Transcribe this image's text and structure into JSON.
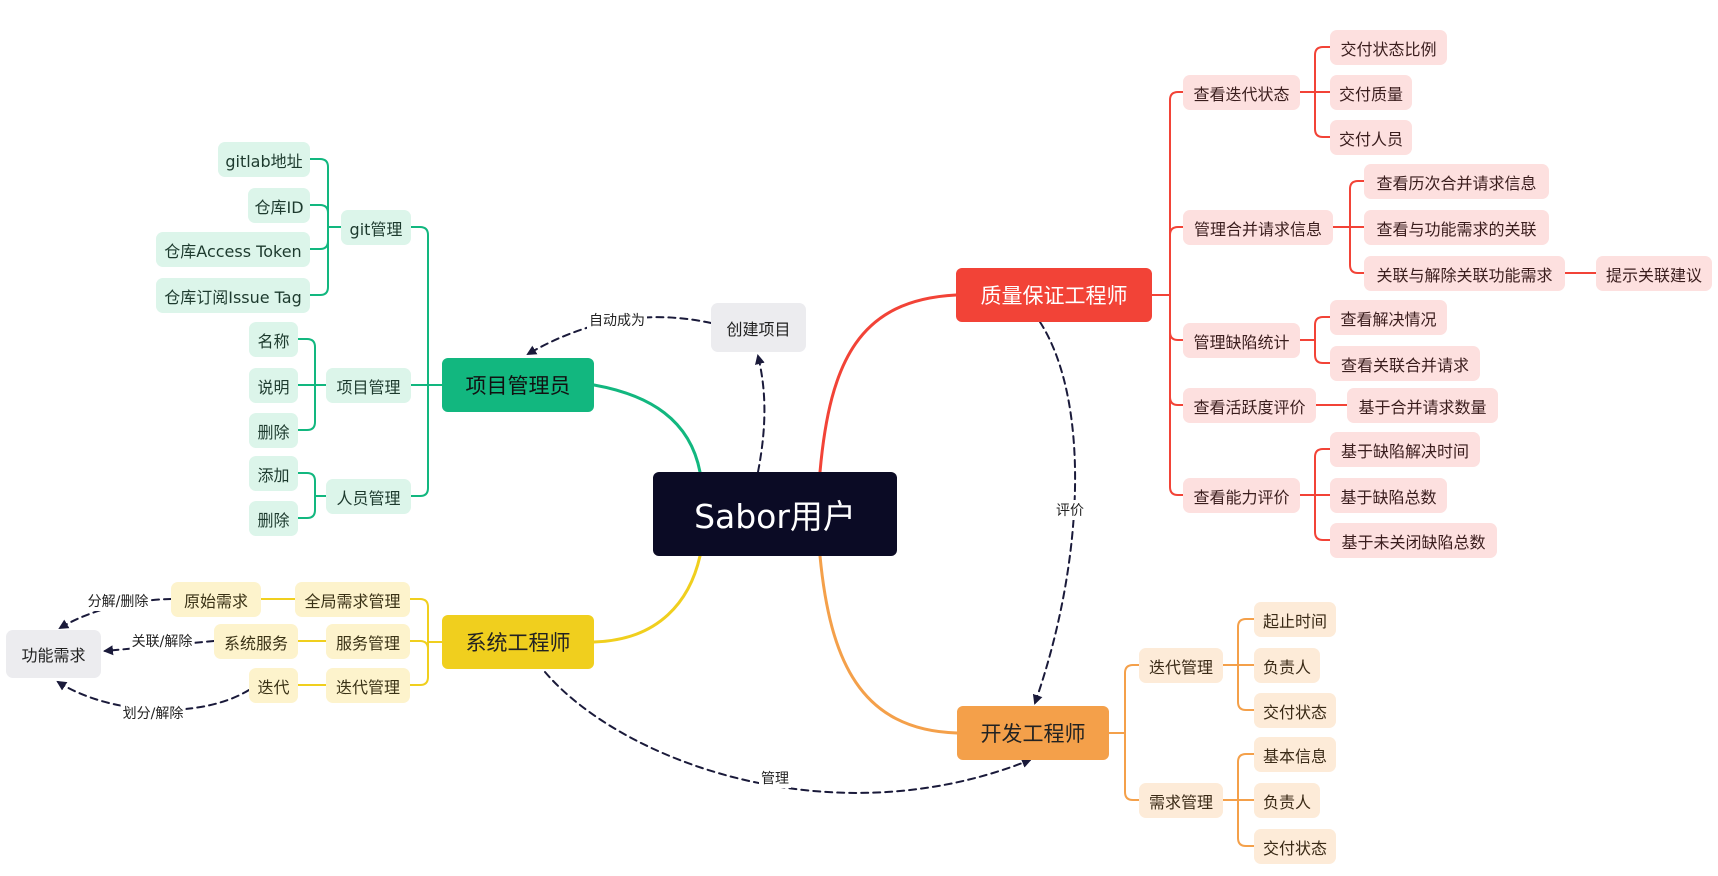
{
  "root": "Sabor用户",
  "colors": {
    "green": "#12b77f",
    "red": "#f24337",
    "yellow": "#f0cf1e",
    "orange": "#f4a04a",
    "dark": "#0b0b25",
    "dash": "#1a1a3a"
  },
  "create_project": "创建项目",
  "pm": {
    "label": "项目管理员",
    "git": {
      "label": "git管理",
      "items": [
        "gitlab地址",
        "仓库ID",
        "仓库Access Token",
        "仓库订阅Issue Tag"
      ]
    },
    "project": {
      "label": "项目管理",
      "items": [
        "名称",
        "说明",
        "删除"
      ]
    },
    "people": {
      "label": "人员管理",
      "items": [
        "添加",
        "删除"
      ]
    }
  },
  "qa": {
    "label": "质量保证工程师",
    "iteration_status": {
      "label": "查看迭代状态",
      "items": [
        "交付状态比例",
        "交付质量",
        "交付人员"
      ]
    },
    "merge_info": {
      "label": "管理合并请求信息",
      "items": [
        "查看历次合并请求信息",
        "查看与功能需求的关联",
        "关联与解除关联功能需求"
      ],
      "suggest": "提示关联建议"
    },
    "defect": {
      "label": "管理缺陷统计",
      "items": [
        "查看解决情况",
        "查看关联合并请求"
      ]
    },
    "activity": {
      "label": "查看活跃度评价",
      "items": [
        "基于合并请求数量"
      ]
    },
    "ability": {
      "label": "查看能力评价",
      "items": [
        "基于缺陷解决时间",
        "基于缺陷总数",
        "基于未关闭缺陷总数"
      ]
    }
  },
  "se": {
    "label": "系统工程师",
    "global_req": {
      "label": "全局需求管理",
      "child": "原始需求"
    },
    "service": {
      "label": "服务管理",
      "child": "系统服务"
    },
    "iteration": {
      "label": "迭代管理",
      "child": "迭代"
    },
    "func_req": "功能需求"
  },
  "dev": {
    "label": "开发工程师",
    "iteration": {
      "label": "迭代管理",
      "items": [
        "起止时间",
        "负责人",
        "交付状态"
      ]
    },
    "requirement": {
      "label": "需求管理",
      "items": [
        "基本信息",
        "负责人",
        "交付状态"
      ]
    }
  },
  "edge_labels": {
    "auto_become": "自动成为",
    "evaluate": "评价",
    "manage": "管理",
    "split_delete": "分解/删除",
    "link_unlink": "关联/解除",
    "divide_unlink": "划分/解除"
  }
}
